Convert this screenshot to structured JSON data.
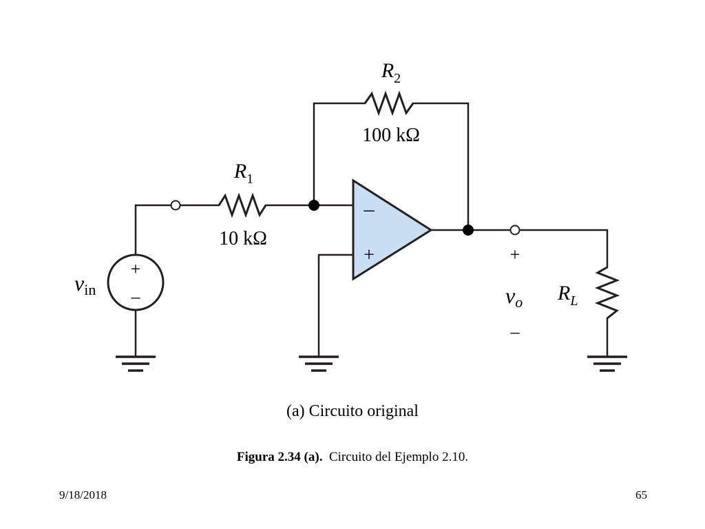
{
  "diagram": {
    "r2": {
      "label": "R",
      "sub": "2",
      "value": "100 kΩ"
    },
    "r1": {
      "label": "R",
      "sub": "1",
      "value": "10 kΩ"
    },
    "rl": {
      "label": "R",
      "sub": "L"
    },
    "vin": {
      "label": "v",
      "sub": "in"
    },
    "vo": {
      "label": "v",
      "sub": "o",
      "plus": "+",
      "minus": "–"
    },
    "opamp": {
      "inv": "–",
      "noninv": "+"
    },
    "source": {
      "plus": "+",
      "minus": "–"
    },
    "colors": {
      "opamp_fill": "#c9def2",
      "wire": "#231f20"
    }
  },
  "caption": "(a) Circuito original",
  "figure_caption": {
    "bold": "Figura 2.34 (a).",
    "text": "Circuito del Ejemplo 2.10."
  },
  "footer": {
    "date": "9/18/2018",
    "page": "65"
  }
}
